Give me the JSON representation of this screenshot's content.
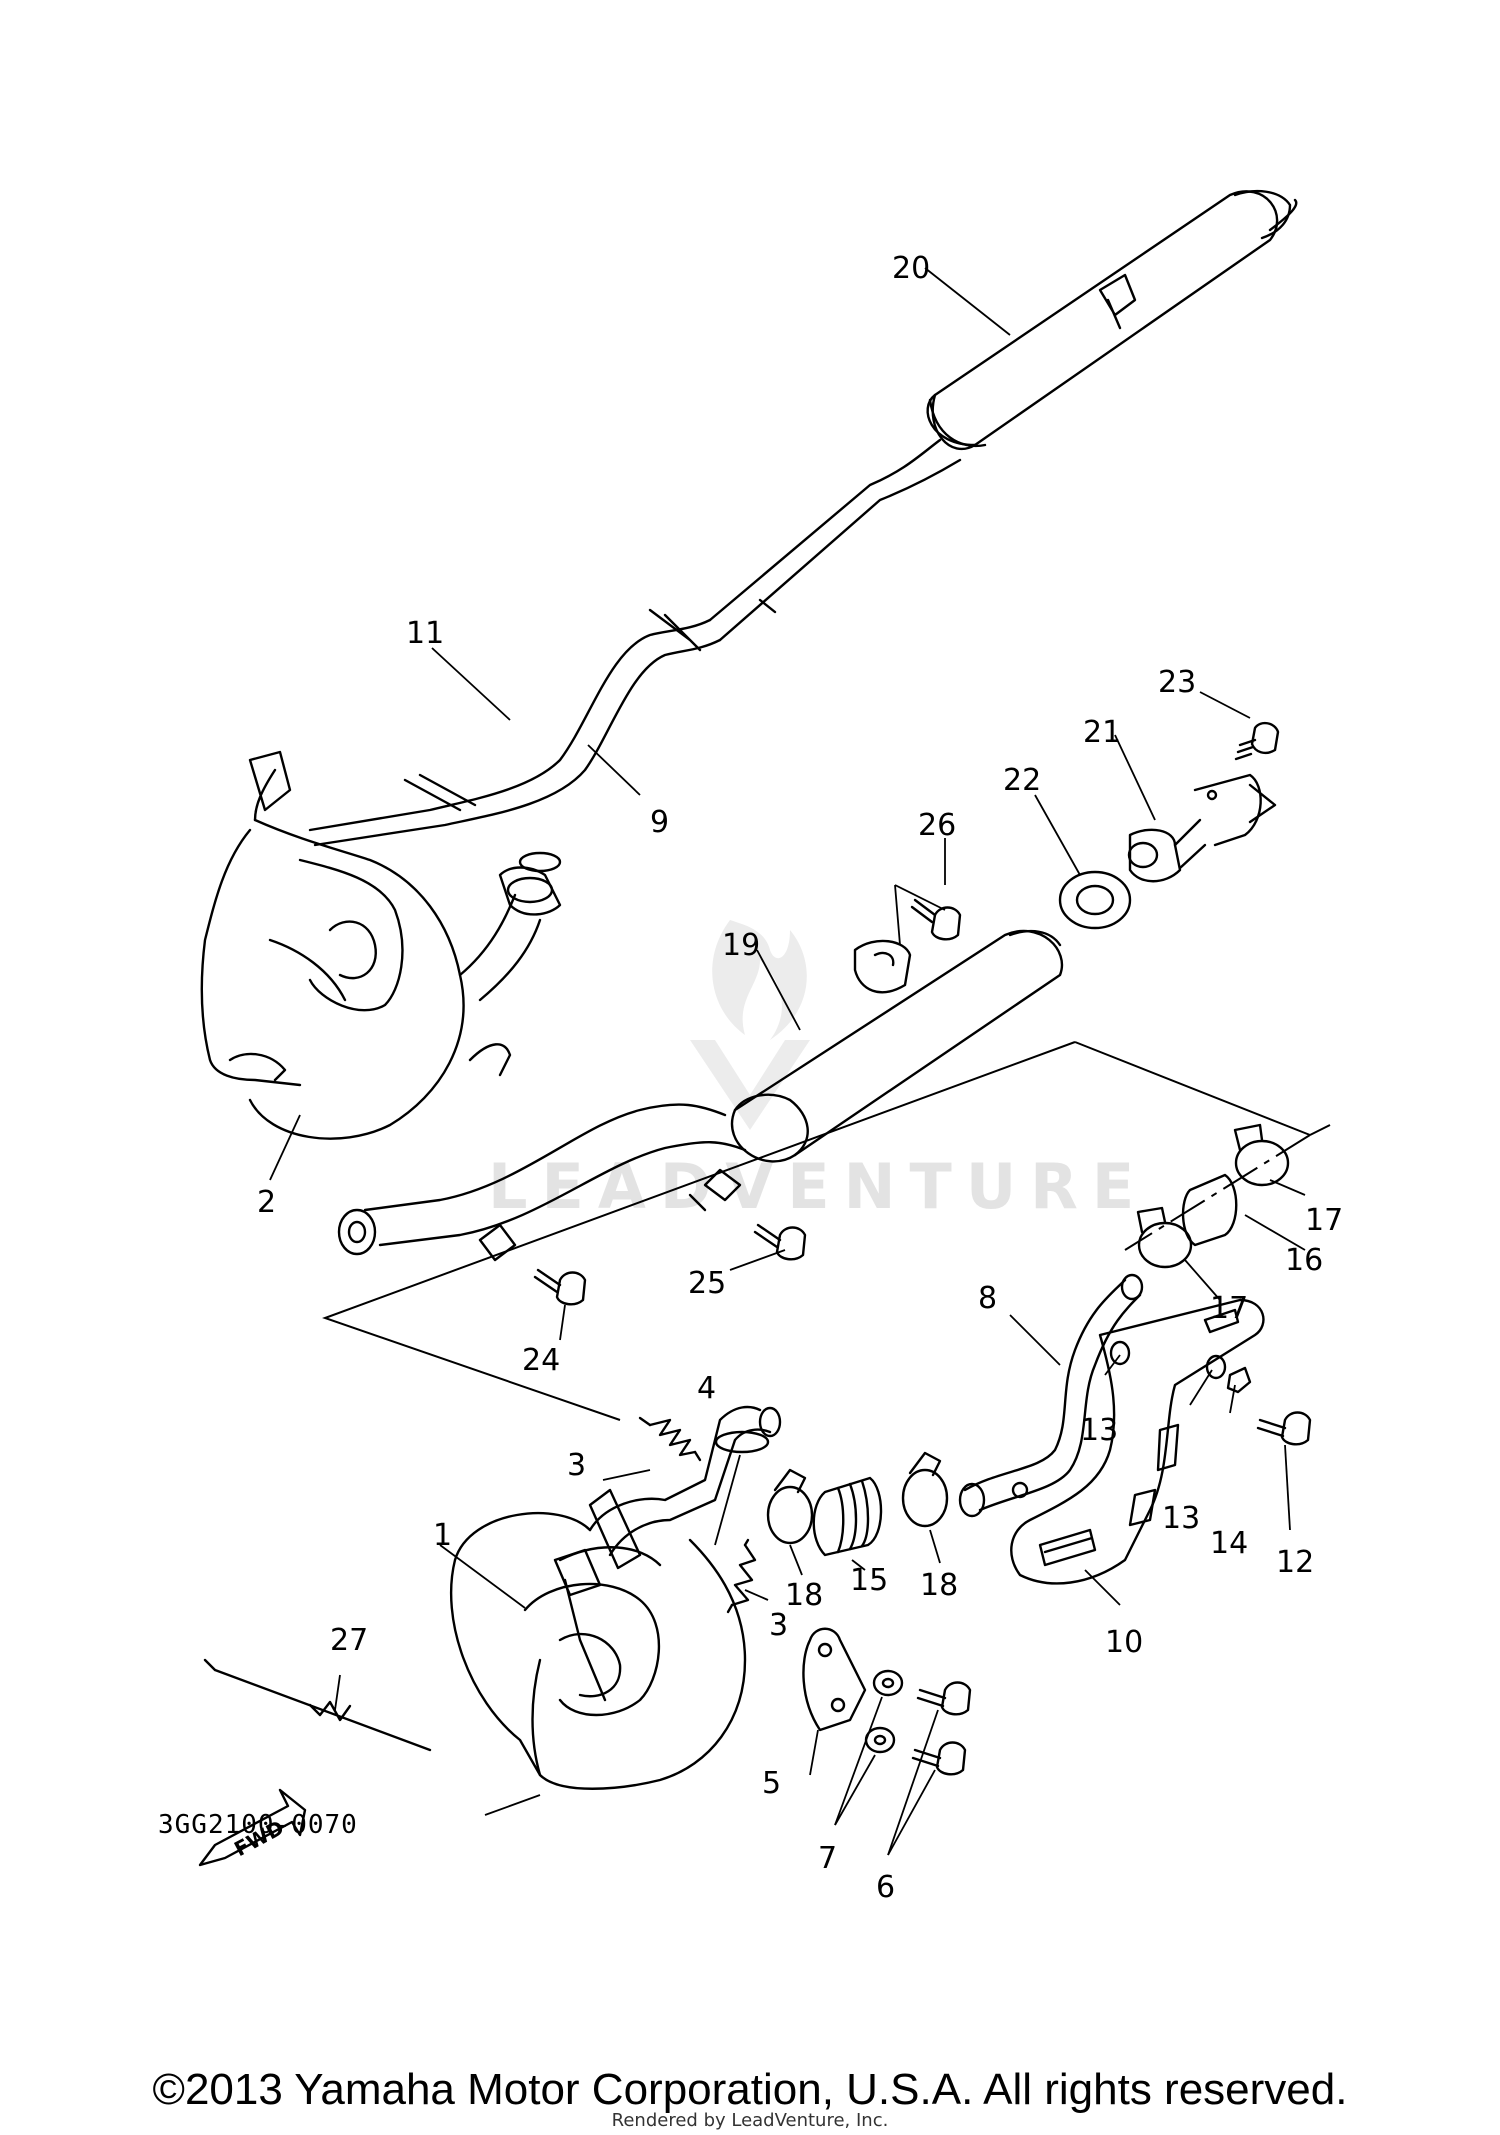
{
  "diagram": {
    "drawing_code": "3GG2100-0070",
    "watermark": "LEADVENTURE",
    "fwd_label": "FWD",
    "copyright": "©2013 Yamaha Motor Corporation, U.S.A. All rights reserved.",
    "rendered_by": "Rendered by LeadVenture, Inc.",
    "callouts": {
      "c1": "1",
      "c2": "2",
      "c3a": "3",
      "c3b": "3",
      "c4": "4",
      "c5": "5",
      "c6": "6",
      "c7": "7",
      "c8": "8",
      "c9": "9",
      "c10": "10",
      "c11": "11",
      "c12": "12",
      "c13a": "13",
      "c13b": "13",
      "c14": "14",
      "c15": "15",
      "c16": "16",
      "c17a": "17",
      "c17b": "17",
      "c18a": "18",
      "c18b": "18",
      "c19": "19",
      "c20": "20",
      "c21": "21",
      "c22": "22",
      "c23": "23",
      "c24": "24",
      "c25": "25",
      "c26": "26",
      "c27": "27"
    }
  }
}
